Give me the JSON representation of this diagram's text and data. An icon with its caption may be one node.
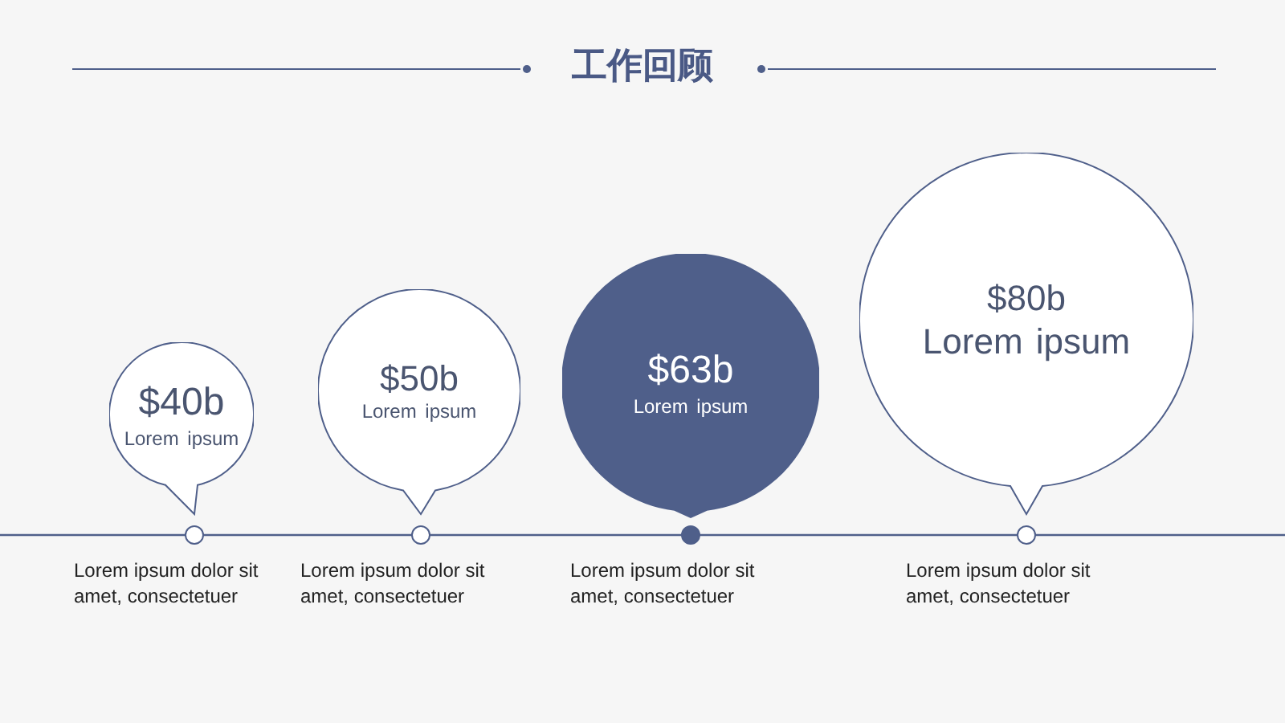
{
  "diagram": {
    "title": "工作回顾",
    "nodes": [
      {
        "text": [
          "$40b",
          "Lorem ipsum"
        ]
      },
      {
        "text": [
          "$50b",
          "Lorem ipsum"
        ]
      },
      {
        "text": [
          "$63b",
          "Lorem ipsum"
        ]
      },
      {
        "text": [
          "$80b",
          "Lorem ipsum"
        ]
      }
    ],
    "labels": [
      "Lorem ipsum dolor sit amet, consectetuer",
      "Lorem ipsum dolor sit amet, consectetuer",
      "Lorem ipsum dolor sit amet, consectetuer",
      "Lorem ipsum dolor sit amet, consectetuer"
    ]
  }
}
